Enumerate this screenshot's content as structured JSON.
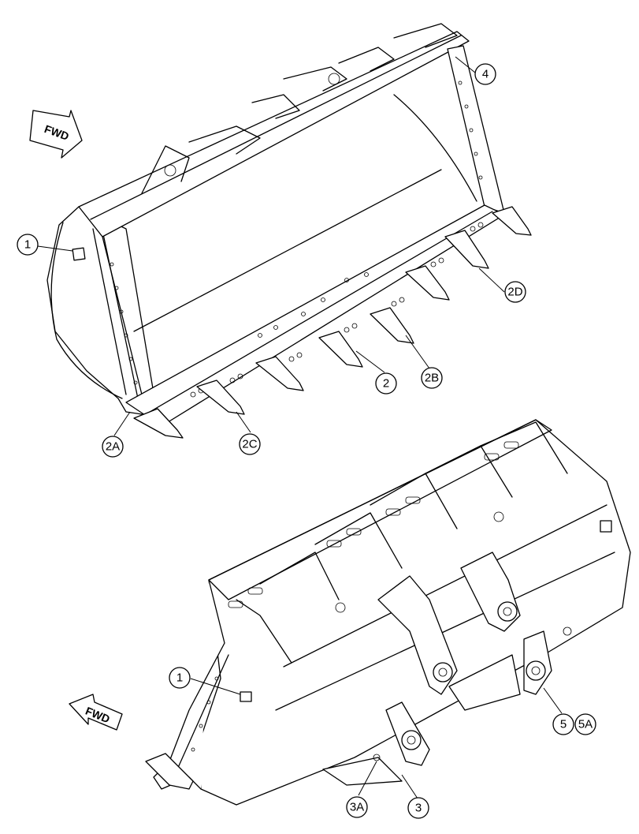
{
  "fwd_arrows": [
    {
      "label": "FWD"
    },
    {
      "label": "FWD"
    }
  ],
  "callouts": [
    {
      "label": "1"
    },
    {
      "label": "4"
    },
    {
      "label": "2D"
    },
    {
      "label": "2"
    },
    {
      "label": "2B"
    },
    {
      "label": "2A"
    },
    {
      "label": "2C"
    },
    {
      "label": "1"
    },
    {
      "label": "5"
    },
    {
      "label": "5A"
    },
    {
      "label": "3A"
    },
    {
      "label": "3"
    }
  ]
}
